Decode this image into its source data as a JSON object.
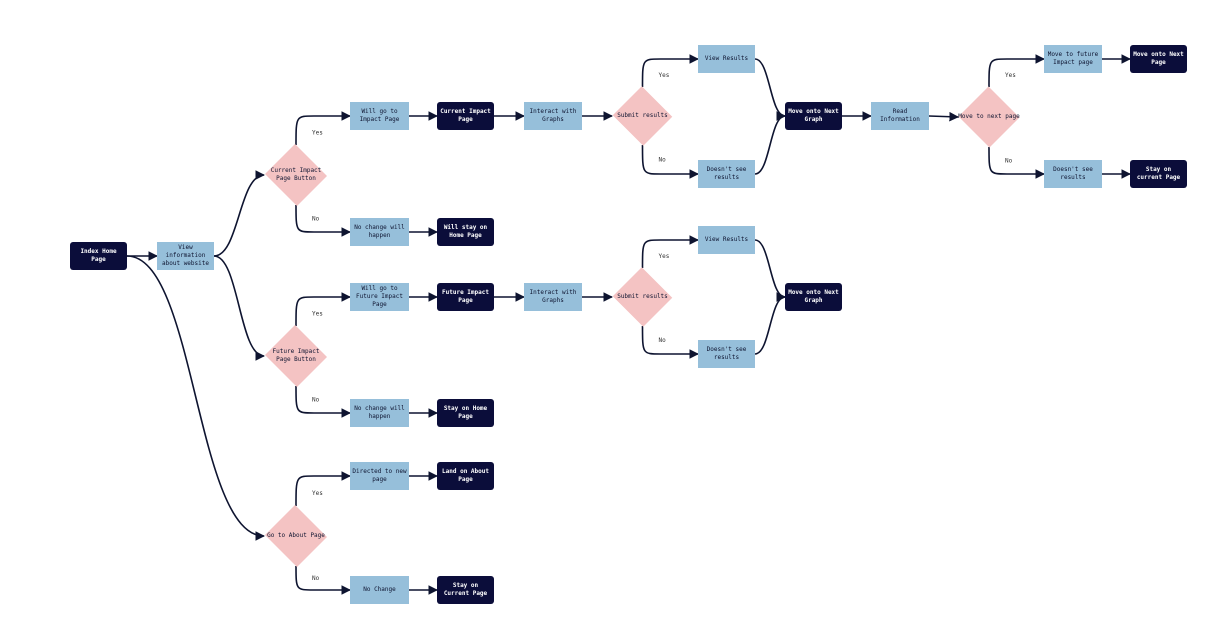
{
  "diagram": {
    "nodes": {
      "n_home": {
        "label": "Index Home Page",
        "kind": "terminal"
      },
      "n_view": {
        "label": "View information about website",
        "kind": "process"
      },
      "d_current": {
        "label": "Current Impact Page Button",
        "kind": "decision"
      },
      "d_future": {
        "label": "Future Impact Page Button",
        "kind": "decision"
      },
      "d_about": {
        "label": "Go to About Page",
        "kind": "decision"
      },
      "n_go_impact": {
        "label": "Will go to Impact Page",
        "kind": "process"
      },
      "n_current_impact": {
        "label": "Current Impact Page",
        "kind": "terminal"
      },
      "n_interact1": {
        "label": "Interact with Graphs",
        "kind": "process"
      },
      "d_submit1": {
        "label": "Submit results",
        "kind": "decision"
      },
      "n_view_results1": {
        "label": "View Results",
        "kind": "process"
      },
      "n_no_results1": {
        "label": "Doesn't see results",
        "kind": "process"
      },
      "n_next_graph1": {
        "label": "Move onto Next Graph",
        "kind": "terminal"
      },
      "n_read_info": {
        "label": "Read Information",
        "kind": "process"
      },
      "d_next_page": {
        "label": "Move to next page",
        "kind": "decision"
      },
      "n_move_future": {
        "label": "Move to future Impact page",
        "kind": "process"
      },
      "n_next_page": {
        "label": "Move onto Next Page",
        "kind": "terminal"
      },
      "n_no_results3": {
        "label": "Doesn't see results",
        "kind": "process"
      },
      "n_stay_current": {
        "label": "Stay on current Page",
        "kind": "terminal"
      },
      "n_nochange1": {
        "label": "No change will happen",
        "kind": "process"
      },
      "n_stay_home1": {
        "label": "Will stay on Home Page",
        "kind": "terminal"
      },
      "n_go_future": {
        "label": "Will go to Future Impact Page",
        "kind": "process"
      },
      "n_future_impact": {
        "label": "Future Impact Page",
        "kind": "terminal"
      },
      "n_interact2": {
        "label": "Interact with Graphs",
        "kind": "process"
      },
      "d_submit2": {
        "label": "Submit results",
        "kind": "decision"
      },
      "n_view_results2": {
        "label": "View Results",
        "kind": "process"
      },
      "n_no_results2": {
        "label": "Doesn't see results",
        "kind": "process"
      },
      "n_next_graph2": {
        "label": "Move onto Next Graph",
        "kind": "terminal"
      },
      "n_nochange2": {
        "label": "No change will happen",
        "kind": "process"
      },
      "n_stay_home2": {
        "label": "Stay on Home Page",
        "kind": "terminal"
      },
      "n_directed": {
        "label": "Directed to new page",
        "kind": "process"
      },
      "n_land_about": {
        "label": "Land on About Page",
        "kind": "terminal"
      },
      "n_nochange3": {
        "label": "No Change",
        "kind": "process"
      },
      "n_stay_current2": {
        "label": "Stay on Current Page",
        "kind": "terminal"
      }
    },
    "edges": [
      {
        "from": "n_home",
        "to": "n_view",
        "label": ""
      },
      {
        "from": "n_home",
        "to": "d_about",
        "label": ""
      },
      {
        "from": "n_view",
        "to": "d_current",
        "label": ""
      },
      {
        "from": "n_view",
        "to": "d_future",
        "label": ""
      },
      {
        "from": "d_current",
        "to": "n_go_impact",
        "label": "Yes"
      },
      {
        "from": "d_current",
        "to": "n_nochange1",
        "label": "No"
      },
      {
        "from": "n_go_impact",
        "to": "n_current_impact",
        "label": ""
      },
      {
        "from": "n_current_impact",
        "to": "n_interact1",
        "label": ""
      },
      {
        "from": "n_interact1",
        "to": "d_submit1",
        "label": ""
      },
      {
        "from": "d_submit1",
        "to": "n_view_results1",
        "label": "Yes"
      },
      {
        "from": "d_submit1",
        "to": "n_no_results1",
        "label": "No"
      },
      {
        "from": "n_view_results1",
        "to": "n_next_graph1",
        "label": ""
      },
      {
        "from": "n_no_results1",
        "to": "n_next_graph1",
        "label": ""
      },
      {
        "from": "n_next_graph1",
        "to": "n_read_info",
        "label": ""
      },
      {
        "from": "n_read_info",
        "to": "d_next_page",
        "label": ""
      },
      {
        "from": "d_next_page",
        "to": "n_move_future",
        "label": "Yes"
      },
      {
        "from": "d_next_page",
        "to": "n_no_results3",
        "label": "No"
      },
      {
        "from": "n_move_future",
        "to": "n_next_page",
        "label": ""
      },
      {
        "from": "n_no_results3",
        "to": "n_stay_current",
        "label": ""
      },
      {
        "from": "n_nochange1",
        "to": "n_stay_home1",
        "label": ""
      },
      {
        "from": "d_future",
        "to": "n_go_future",
        "label": "Yes"
      },
      {
        "from": "d_future",
        "to": "n_nochange2",
        "label": "No"
      },
      {
        "from": "n_go_future",
        "to": "n_future_impact",
        "label": ""
      },
      {
        "from": "n_future_impact",
        "to": "n_interact2",
        "label": ""
      },
      {
        "from": "n_interact2",
        "to": "d_submit2",
        "label": ""
      },
      {
        "from": "d_submit2",
        "to": "n_view_results2",
        "label": "Yes"
      },
      {
        "from": "d_submit2",
        "to": "n_no_results2",
        "label": "No"
      },
      {
        "from": "n_view_results2",
        "to": "n_next_graph2",
        "label": ""
      },
      {
        "from": "n_no_results2",
        "to": "n_next_graph2",
        "label": ""
      },
      {
        "from": "n_nochange2",
        "to": "n_stay_home2",
        "label": ""
      },
      {
        "from": "d_about",
        "to": "n_directed",
        "label": "Yes"
      },
      {
        "from": "d_about",
        "to": "n_nochange3",
        "label": "No"
      },
      {
        "from": "n_directed",
        "to": "n_land_about",
        "label": ""
      },
      {
        "from": "n_nochange3",
        "to": "n_stay_current2",
        "label": ""
      }
    ]
  },
  "colors": {
    "terminal": "#0b0d3a",
    "process": "#96bfda",
    "decision": "#f4c3c3",
    "edge": "#0e1430"
  }
}
